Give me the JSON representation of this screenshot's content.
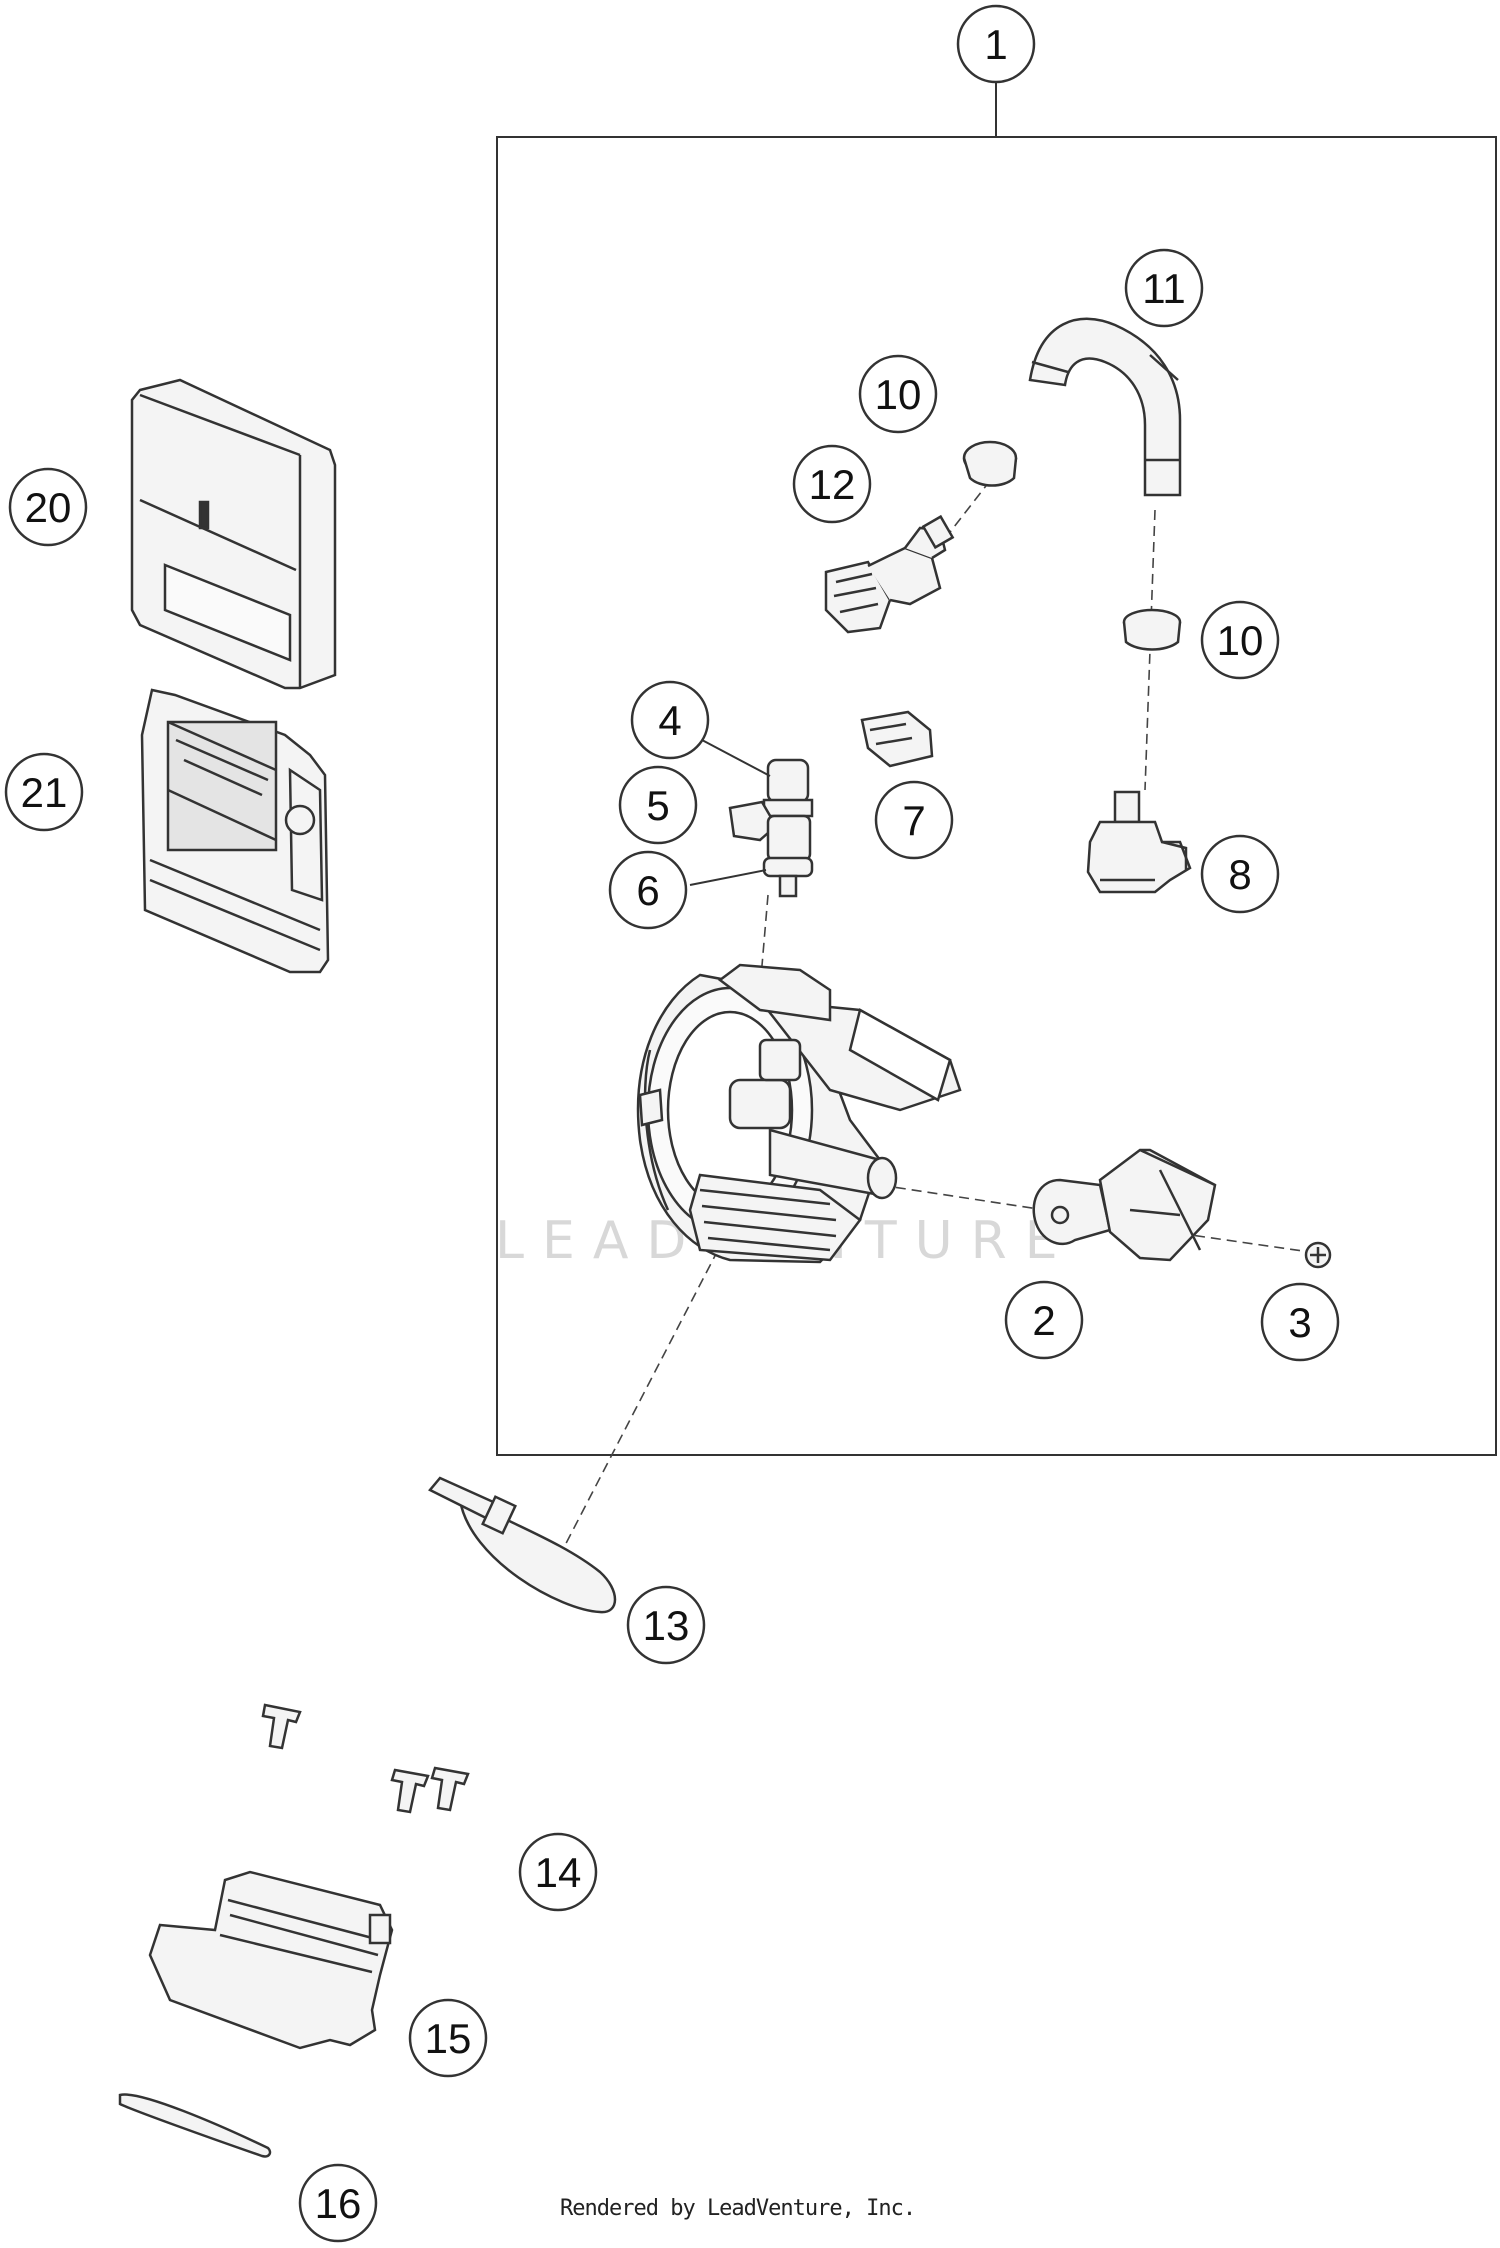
{
  "callouts": {
    "c1": "1",
    "c2": "2",
    "c3": "3",
    "c4": "4",
    "c5": "5",
    "c6": "6",
    "c7": "7",
    "c8": "8",
    "c10a": "10",
    "c10b": "10",
    "c11": "11",
    "c12": "12",
    "c13": "13",
    "c14": "14",
    "c15": "15",
    "c16": "16",
    "c20": "20",
    "c21": "21"
  },
  "watermark": "LEADVENTURE",
  "footer": "Rendered by LeadVenture, Inc.",
  "colors": {
    "line": "#333333",
    "part_fill": "#f4f4f4",
    "watermark": "#d8d8d8"
  }
}
